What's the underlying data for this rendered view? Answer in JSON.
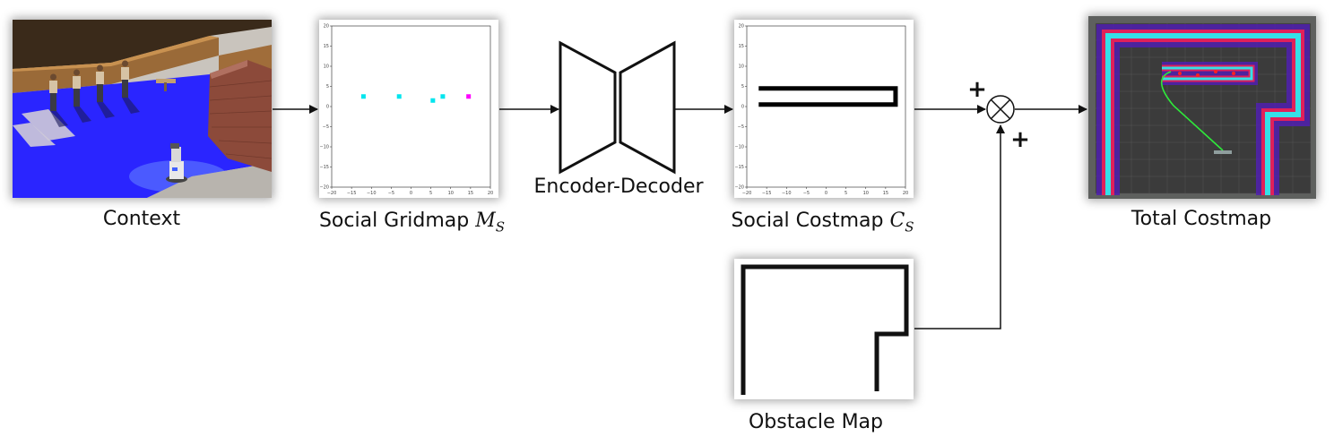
{
  "labels": {
    "context": "Context",
    "social_gridmap": "Social Gridmap ",
    "social_gridmap_sym": "M",
    "social_gridmap_sub": "S",
    "encoder_decoder": "Encoder-Decoder",
    "social_costmap": "Social Costmap ",
    "social_costmap_sym": "C",
    "social_costmap_sub": "S",
    "total_costmap": "Total Costmap",
    "obstacle_map": "Obstacle Map",
    "plus_top": "+",
    "plus_bottom": "+"
  },
  "plots": {
    "x_ticks": [
      "−20",
      "−15",
      "−10",
      "−5",
      "0",
      "5",
      "10",
      "15",
      "20"
    ],
    "y_ticks": [
      "20",
      "15",
      "10",
      "5",
      "0",
      "−5",
      "−10",
      "−15",
      "−20"
    ]
  },
  "chart_data": [
    {
      "type": "scatter",
      "xlim": [
        -20,
        20
      ],
      "ylim": [
        -20,
        20
      ],
      "x_ticks": [
        -20,
        -15,
        -10,
        -5,
        0,
        5,
        10,
        15,
        20
      ],
      "y_ticks": [
        -20,
        -15,
        -10,
        -5,
        0,
        5,
        10,
        15,
        20
      ],
      "series": [
        {
          "color": "#00e5ee",
          "points": [
            [
              -12,
              2.5
            ],
            [
              -3,
              2.5
            ],
            [
              5.5,
              1.5
            ],
            [
              8,
              2.5
            ]
          ]
        },
        {
          "color": "#ff00ff",
          "points": [
            [
              14.5,
              2.5
            ]
          ]
        }
      ]
    },
    {
      "type": "line",
      "xlim": [
        -20,
        20
      ],
      "ylim": [
        -20,
        20
      ],
      "x_ticks": [
        -20,
        -15,
        -10,
        -5,
        0,
        5,
        10,
        15,
        20
      ],
      "y_ticks": [
        -20,
        -15,
        -10,
        -5,
        0,
        5,
        10,
        15,
        20
      ],
      "series": [
        {
          "color": "#000000",
          "points": [
            [
              -17,
              4.5
            ],
            [
              17.5,
              4.5
            ],
            [
              17.5,
              0.5
            ],
            [
              -17,
              0.5
            ]
          ]
        }
      ]
    }
  ],
  "colors": {
    "floor_blue": "#2a25ff",
    "wall_wood": "#9a6a38",
    "brick": "#8c4a3a",
    "costmap_bg": "#3b3b3b",
    "costmap_cyan": "#35e0e8",
    "costmap_red": "#e0205a",
    "costmap_purple": "#5020b0",
    "path_green": "#2ee83a"
  }
}
